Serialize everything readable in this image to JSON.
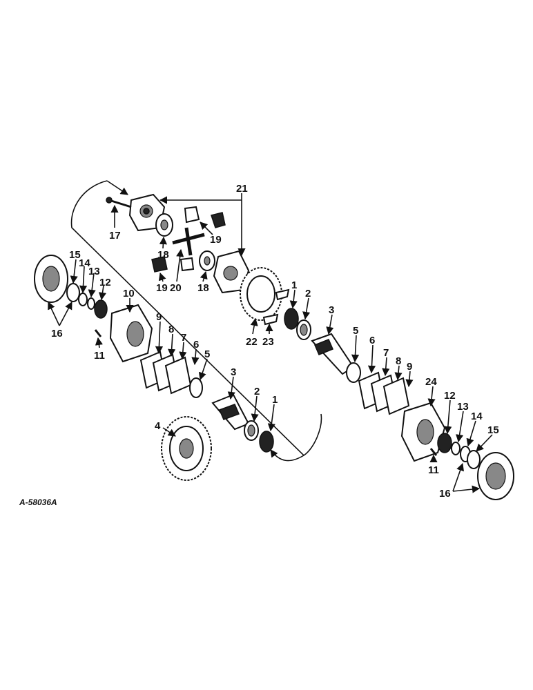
{
  "drawing_code": "A-58036A",
  "callouts": {
    "c1a": "1",
    "c2a": "2",
    "c3a": "3",
    "c5a": "5",
    "c6a": "6",
    "c7a": "7",
    "c8a": "8",
    "c9a": "9",
    "c24": "24",
    "c12a": "12",
    "c13a": "13",
    "c14a": "14",
    "c15a": "15",
    "c11a": "11",
    "c16a": "16",
    "c21": "21",
    "c17": "17",
    "c18a": "18",
    "c19a": "19",
    "c19b": "19",
    "c20": "20",
    "c18b": "18",
    "c22": "22",
    "c23": "23",
    "c15b": "15",
    "c14b": "14",
    "c13b": "13",
    "c12b": "12",
    "c10": "10",
    "c16b": "16",
    "c11b": "11",
    "c9b": "9",
    "c8b": "8",
    "c7b": "7",
    "c6b": "6",
    "c5b": "5",
    "c3b": "3",
    "c2b": "2",
    "c1b": "1",
    "c4": "4"
  }
}
